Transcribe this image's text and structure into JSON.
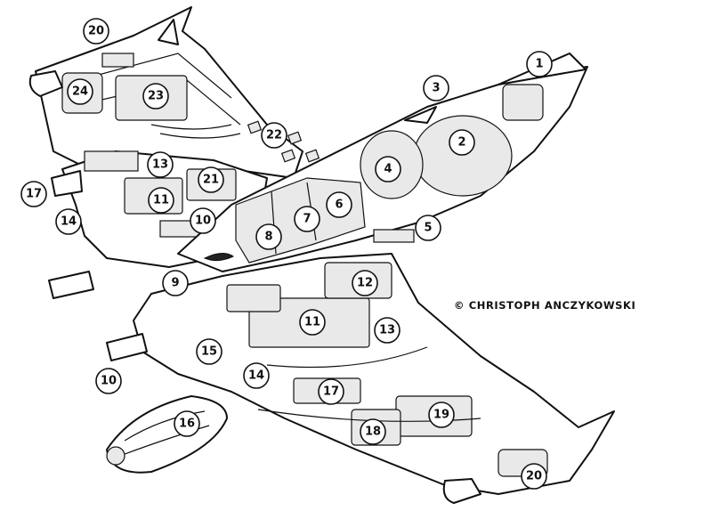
{
  "credit": "© CHRISTOPH ANCZYKOWSKI",
  "callouts": [
    "20",
    "24",
    "23",
    "22",
    "3",
    "1",
    "2",
    "4",
    "13",
    "17",
    "14",
    "11",
    "21",
    "10",
    "8",
    "7",
    "6",
    "5",
    "9",
    "12",
    "11",
    "13",
    "15",
    "14",
    "10",
    "17",
    "16",
    "18",
    "19",
    "20"
  ]
}
